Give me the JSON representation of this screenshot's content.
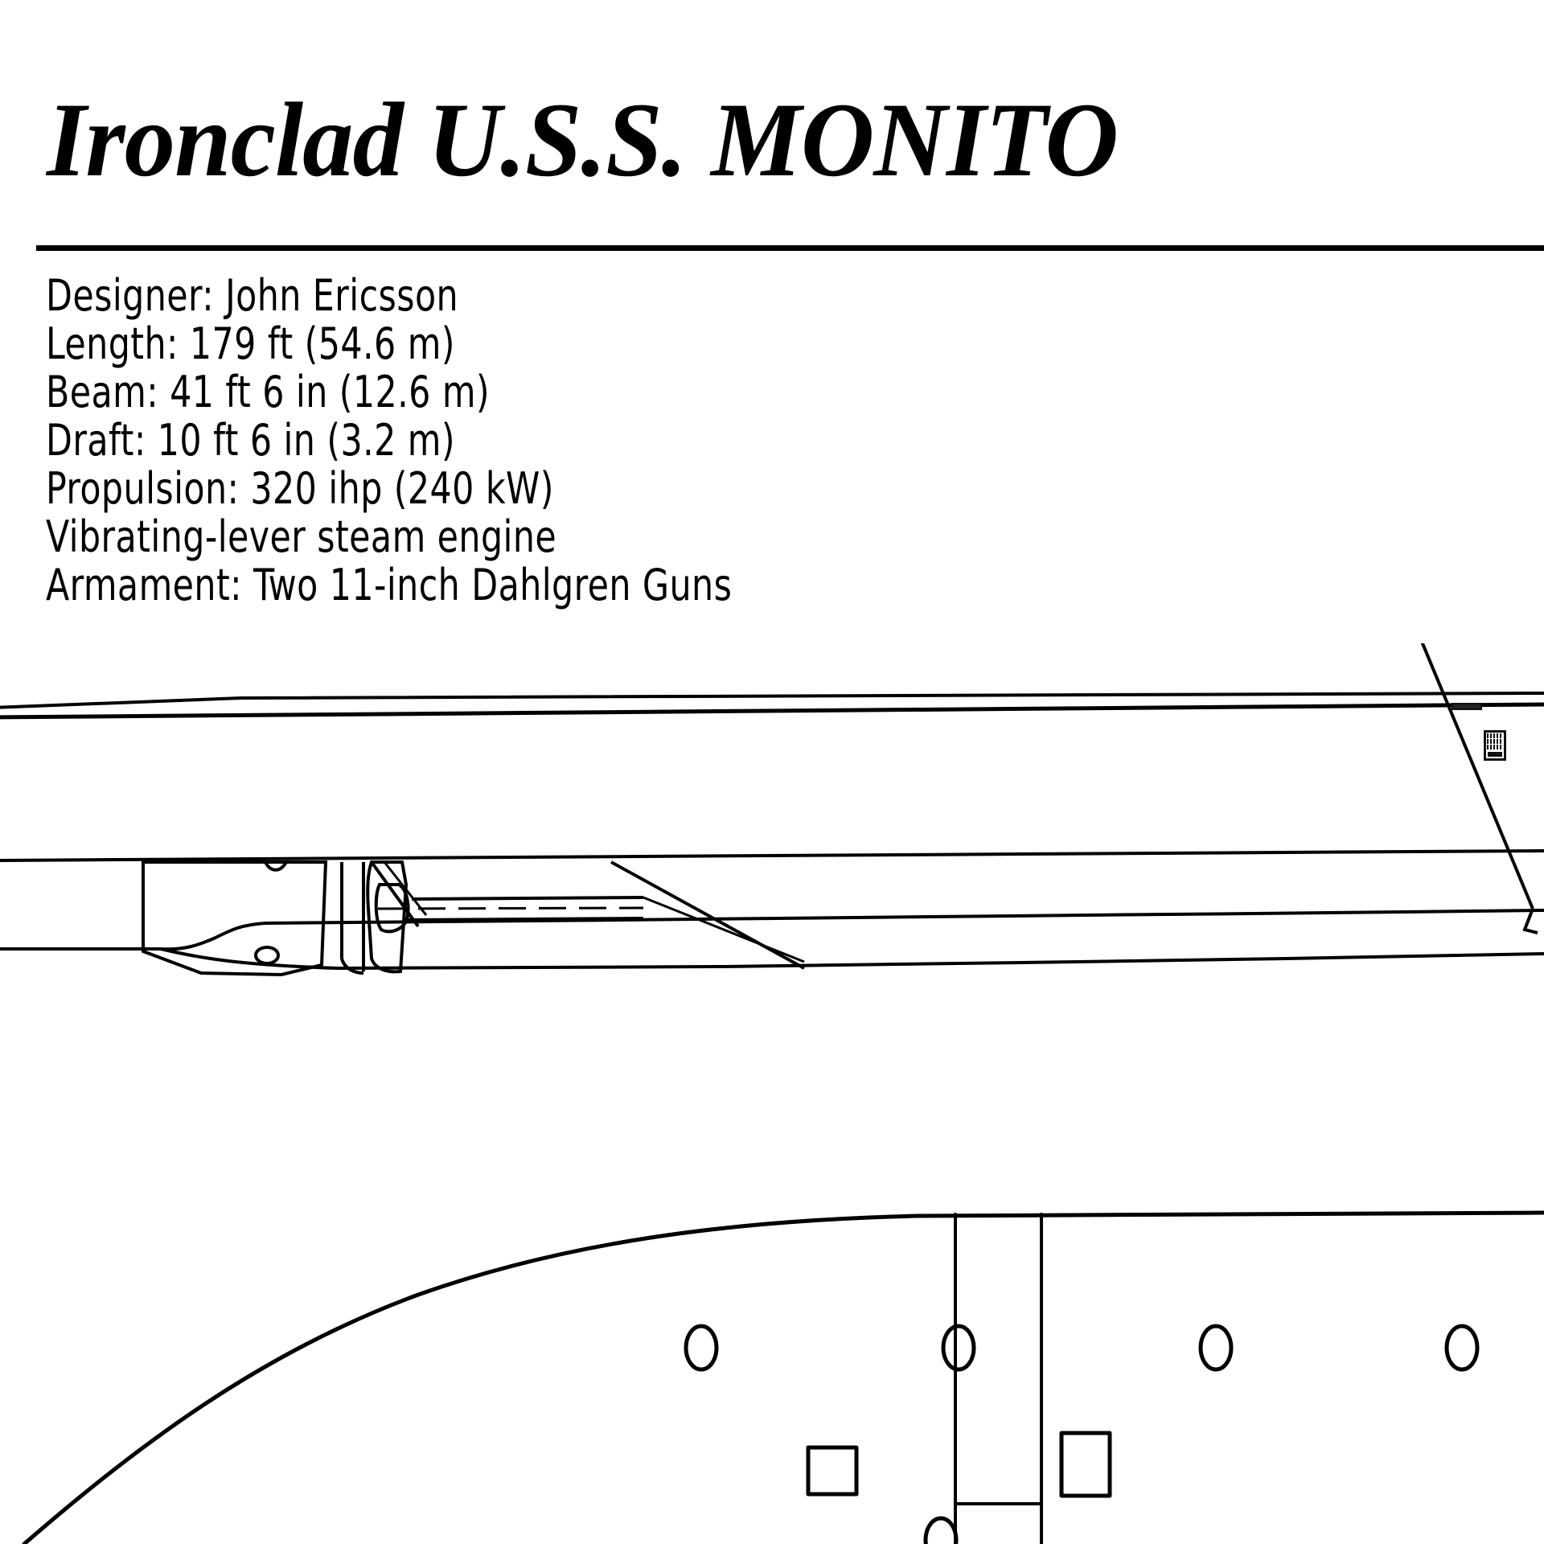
{
  "document": {
    "type": "ship-technical-drawing",
    "title": "Ironclad U.S.S. MONITOR",
    "title_visible": "Ironclad U.S.S. MONITO",
    "title_truncated": true
  },
  "specs": {
    "lines": [
      "Designer: John Ericsson",
      "Length: 179 ft (54.6 m)",
      "Beam: 41 ft 6 in (12.6 m)",
      "Draft: 10 ft 6 in (3.2 m)",
      "Propulsion: 320 ihp (240 kW)",
      "Vibrating-lever steam engine",
      "Armament: Two 11-inch Dahlgren Guns"
    ],
    "fields": {
      "designer_label": "Designer:",
      "designer_value": "John Ericsson",
      "length_label": "Length:",
      "length_value": "179 ft (54.6 m)",
      "beam_label": "Beam:",
      "beam_value": "41 ft 6 in (12.6 m)",
      "draft_label": "Draft:",
      "draft_value": "10 ft 6 in (3.2 m)",
      "propulsion_label": "Propulsion:",
      "propulsion_value": "320 ihp (240 kW)",
      "engine_type": "Vibrating-lever steam engine",
      "armament_label": "Armament:",
      "armament_value": "Two 11-inch Dahlgren Guns"
    }
  },
  "views": {
    "profile": {
      "name": "side-profile-section",
      "description": "Longitudinal side elevation / section of the hull showing deck line, armour belt, turret base, boiler room and propeller shaft"
    },
    "plan": {
      "name": "deck-plan",
      "description": "Partial deck plan showing curved bow line, deck hatches and deck-house openings"
    }
  },
  "colors": {
    "ink": "#000000",
    "paper": "#ffffff",
    "line": "#111111"
  },
  "drawing_elements": {
    "deck_hatches": 4,
    "deck_rectangles": 2,
    "detail_plate": "inset-detail-plate"
  }
}
